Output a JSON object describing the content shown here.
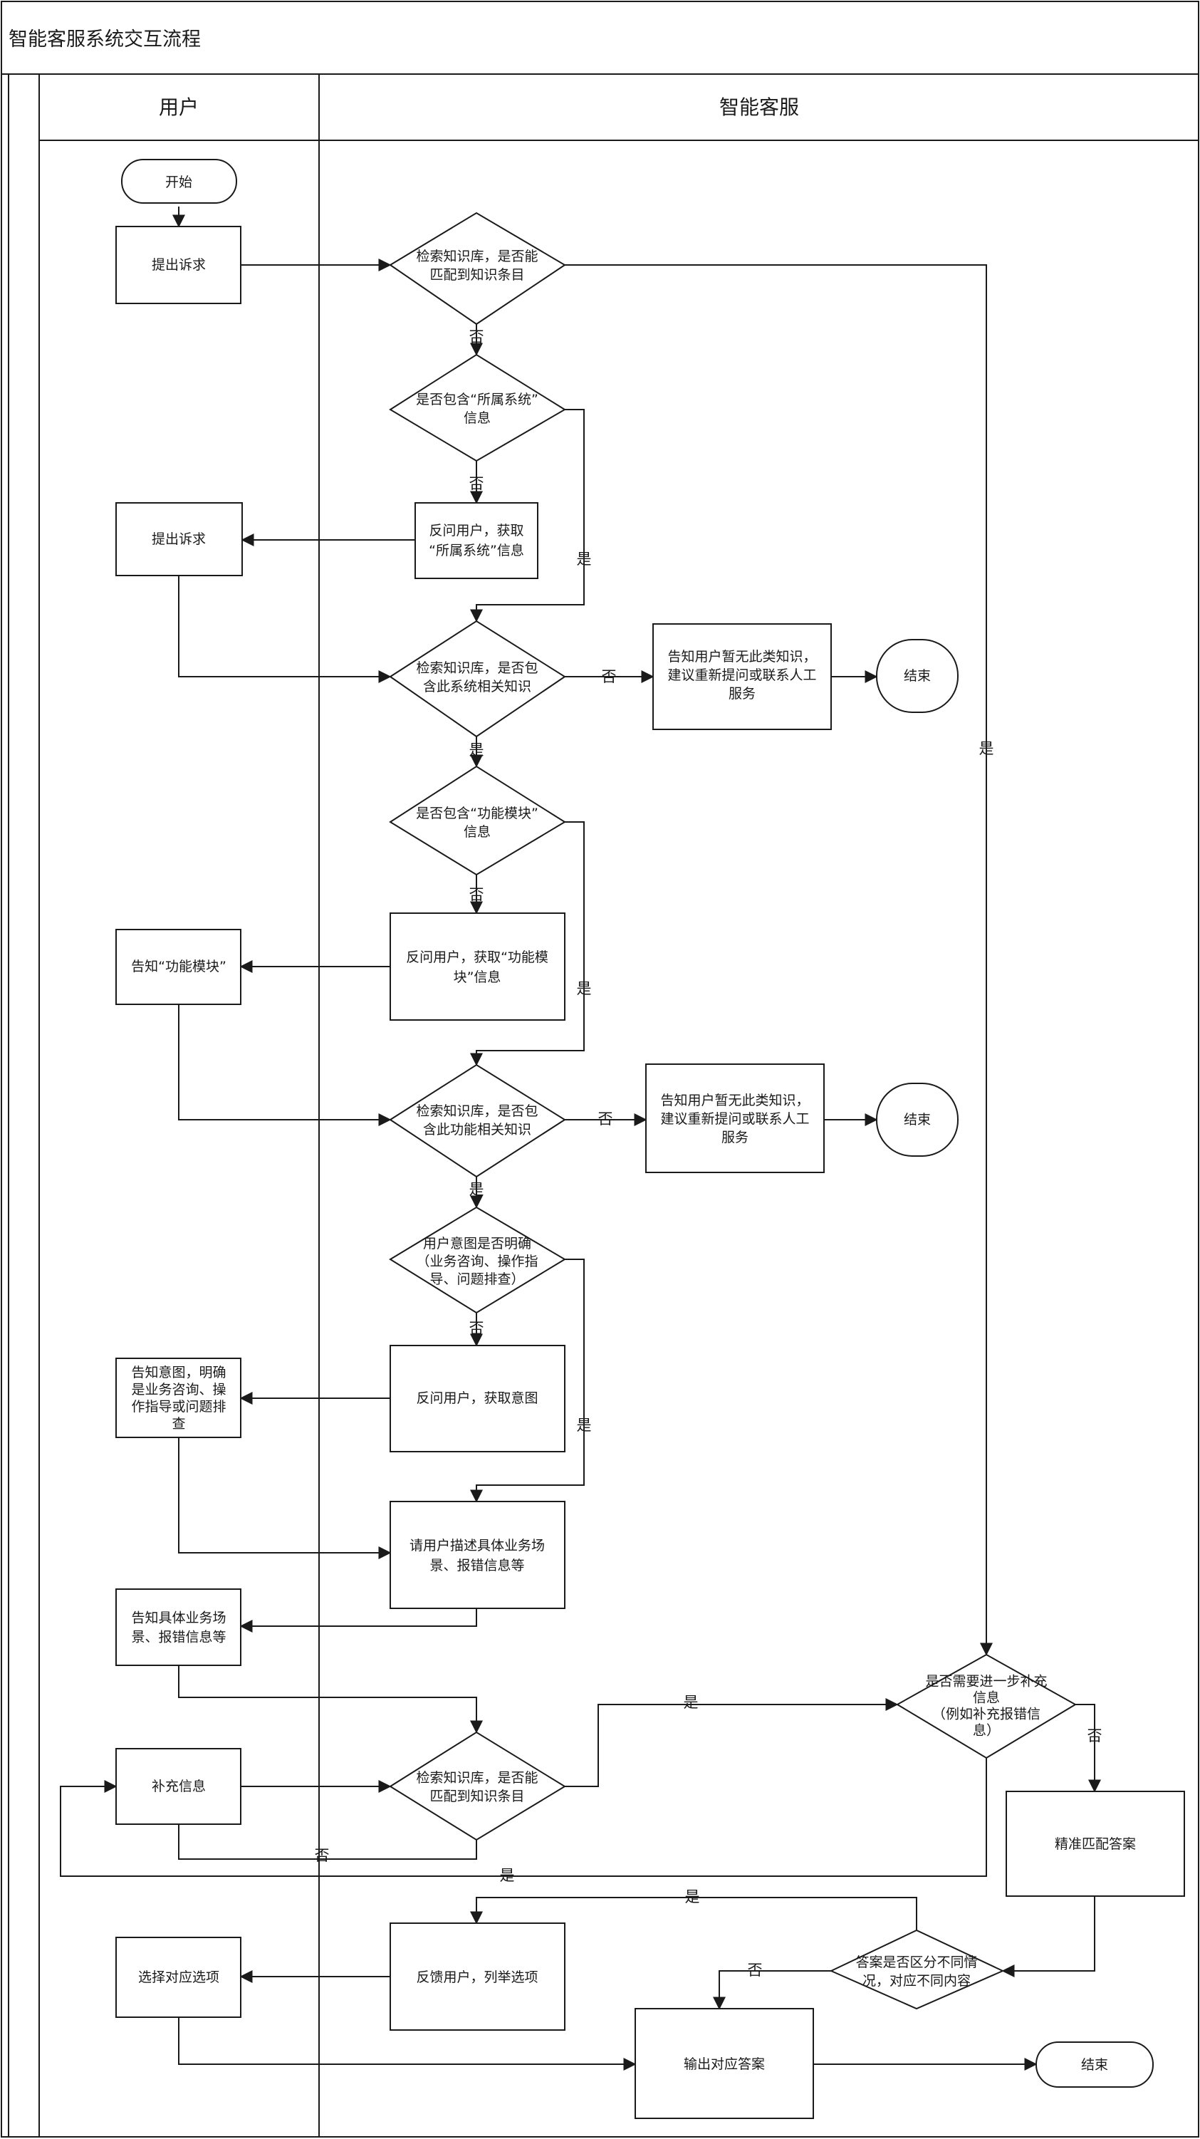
{
  "title": "智能客服系统交互流程",
  "lanes": {
    "user": "用户",
    "service": "智能客服"
  },
  "nodes": {
    "start": "开始",
    "submit_request_1": "提出诉求",
    "check_kb_match_1": [
      "检索知识库，是否能",
      "匹配到知识条目"
    ],
    "has_system_info": [
      "是否包含“所属系统”",
      "信息"
    ],
    "ask_system_info": [
      "反问用户，获取",
      "“所属系统”信息"
    ],
    "submit_request_2": "提出诉求",
    "check_kb_system": [
      "检索知识库，是否包",
      "含此系统相关知识"
    ],
    "notify_no_knowledge_1": [
      "告知用户暂无此类知识，",
      "建议重新提问或联系人工",
      "服务"
    ],
    "end_1": "结束",
    "has_module_info": [
      "是否包含“功能模块”",
      "信息"
    ],
    "ask_module_info": [
      "反问用户，获取“功能模",
      "块”信息"
    ],
    "tell_module": "告知“功能模块”",
    "check_kb_module": [
      "检索知识库，是否包",
      "含此功能相关知识"
    ],
    "notify_no_knowledge_2": [
      "告知用户暂无此类知识，",
      "建议重新提问或联系人工",
      "服务"
    ],
    "end_2": "结束",
    "intent_clear": [
      "用户意图是否明确",
      "（业务咨询、操作指",
      "导、问题排查）"
    ],
    "ask_intent": "反问用户，获取意图",
    "tell_intent": [
      "告知意图，明确",
      "是业务咨询、操",
      "作指导或问题排",
      "查"
    ],
    "ask_scenario": [
      "请用户描述具体业务场",
      "景、报错信息等"
    ],
    "tell_scenario": [
      "告知具体业务场",
      "景、报错信息等"
    ],
    "need_more_info": [
      "是否需要进一步补充",
      "信息",
      "（例如补充报错信",
      "息）"
    ],
    "supplement_info": "补充信息",
    "check_kb_match_2": [
      "检索知识库，是否能",
      "匹配到知识条目"
    ],
    "precise_match": "精准匹配答案",
    "select_option": "选择对应选项",
    "feedback_options": "反馈用户，列举选项",
    "answer_varies": [
      "答案是否区分不同情",
      "况，对应不同内容"
    ],
    "output_answer": "输出对应答案",
    "end_3": "结束"
  },
  "edge_labels": {
    "yes": "是",
    "no": "否"
  },
  "colors": {
    "stroke": "#1a1a1a",
    "background": "#ffffff",
    "text": "#1a1a1a"
  }
}
